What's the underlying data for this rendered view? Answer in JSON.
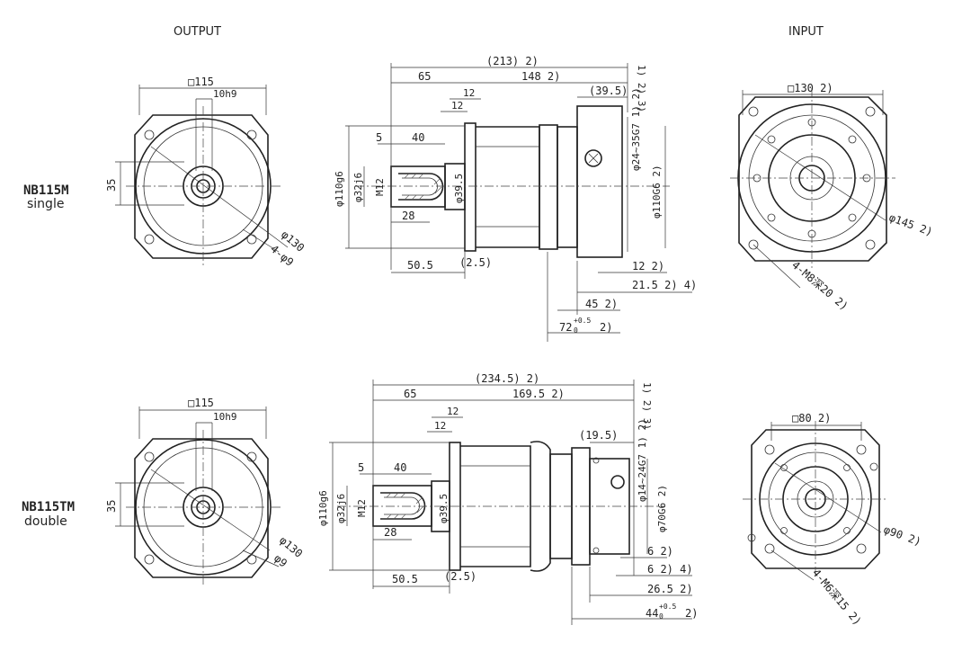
{
  "headers": {
    "output": "OUTPUT",
    "input": "INPUT"
  },
  "row1": {
    "model": "NB115M",
    "variant": "single",
    "output_view": {
      "square": "□115",
      "key": "10h9",
      "height": "35",
      "pcd": "φ130",
      "holes": "4-φ9"
    },
    "side_view": {
      "total": "(213)  2)",
      "d65": "65",
      "d148": "148  2)",
      "n123": "1) 2) 3)",
      "d12a": "12",
      "d12b": "12",
      "d395": "(39.5)",
      "d5": "5",
      "d40": "40",
      "dshaft": "φ32j6",
      "dpilot": "φ110g6",
      "thread": "M12",
      "d28": "28",
      "d395b": "φ39.5",
      "bore": "φ24~35G7  1) 2)",
      "dpilot_in": "φ110G6  2)",
      "d505": "50.5",
      "d25": "(2.5)",
      "r12": "12  2)",
      "r215": "21.5  2) 4)",
      "r45": "45  2)",
      "r72": "72",
      "r72sup": "+0.5",
      "r72sub": "0",
      "r72note": "2)"
    },
    "input_view": {
      "square": "□130  2)",
      "pcd": "φ145  2)",
      "holes": "4-M8深20  2)"
    }
  },
  "row2": {
    "model": "NB115TM",
    "variant": "double",
    "output_view": {
      "square": "□115",
      "key": "10h9",
      "height": "35",
      "pcd": "φ130",
      "holes": "φ9"
    },
    "side_view": {
      "total": "(234.5)  2)",
      "d65": "65",
      "d1695": "169.5  2)",
      "n123": "1) 2) 3)",
      "d12a": "12",
      "d12b": "12",
      "d195": "(19.5)",
      "d5": "5",
      "d40": "40",
      "dshaft": "φ32j6",
      "dpilot": "φ110g6",
      "thread": "M12",
      "d28": "28",
      "d395b": "φ39.5",
      "bore": "φ14~24G7  1) 2)",
      "dpilot_in": "φ70G6  2)",
      "d505": "50.5",
      "d25": "(2.5)",
      "r6a": "6  2)",
      "r6b": "6  2) 4)",
      "r265": "26.5  2)",
      "r44": "44",
      "r44sup": "+0.5",
      "r44sub": "0",
      "r44note": "2)"
    },
    "input_view": {
      "square": "□80  2)",
      "pcd": "φ90  2)",
      "holes": "4-M6深15  2)"
    }
  }
}
